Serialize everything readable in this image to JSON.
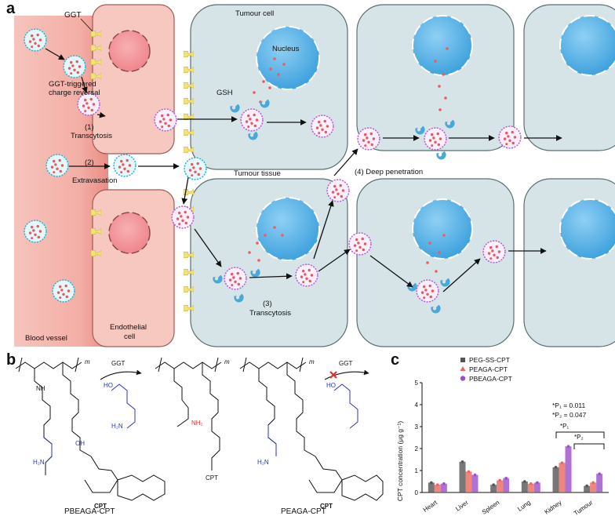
{
  "panels": {
    "a": "a",
    "b": "b",
    "c": "c"
  },
  "panel_a": {
    "ggt": "GGT",
    "tumour_cell": "Tumour cell",
    "nucleus": "Nucleus",
    "gsh": "GSH",
    "ggt_triggered_1": "GGT-triggered",
    "ggt_triggered_2": "charge reversal",
    "transcytosis_1_num": "(1)",
    "transcytosis_1": "Transcytosis",
    "extravasation_num": "(2)",
    "extravasation": "Extravasation",
    "tumour_tissue": "Tumour tissue",
    "deep_penetration": "(4) Deep penetration",
    "transcytosis_3_num": "(3)",
    "transcytosis_3": "Transcytosis",
    "blood_vessel": "Blood vessel",
    "endothelial_1": "Endothelial",
    "endothelial_2": "cell"
  },
  "panel_b": {
    "ggt_label_1": "GGT",
    "ggt_label_2": "GGT",
    "m1": "m",
    "m2": "m",
    "m3": "m",
    "cpt1": "CPT",
    "cpt2": "CPT",
    "cpt3": "CPT",
    "name_left": "PBEAGA-CPT",
    "name_right": "PEAGA-CPT",
    "ho": "HO",
    "oh": "OH",
    "nh": "NH",
    "nh2": "NH₂",
    "h2n": "H₂N"
  },
  "colors": {
    "vessel": "#f4b9b2",
    "cell_fill": "#d9e6e9",
    "nucleus": "#5ab4e8",
    "receptor": "#f2e27a",
    "blue_struct": "#2b35b8",
    "red_nh2": "#e03030",
    "series_black": "#555555",
    "series_red": "#e8685c",
    "series_purple": "#9b4fc8"
  },
  "chart_data": {
    "type": "bar",
    "ylabel": "CPT concentration (μg g⁻¹)",
    "ylim": [
      0,
      5
    ],
    "yticks": [
      "0",
      "1",
      "2",
      "3",
      "4",
      "5"
    ],
    "categories": [
      "Heart",
      "Liver",
      "Spleen",
      "Lung",
      "Kidney",
      "Tumour"
    ],
    "series": [
      {
        "name": "PEG-SS-CPT",
        "values": [
          0.45,
          1.4,
          0.35,
          0.5,
          1.15,
          0.3
        ]
      },
      {
        "name": "PEAGA-CPT",
        "values": [
          0.35,
          0.95,
          0.55,
          0.4,
          1.35,
          0.45
        ]
      },
      {
        "name": "PBEAGA-CPT",
        "values": [
          0.4,
          0.8,
          0.65,
          0.45,
          2.1,
          0.85
        ]
      }
    ],
    "legend_position": "top-left",
    "annotations": {
      "p1": "*P₁ = 0.011",
      "p2": "*P₂ = 0.047",
      "star_p1": "*P₁",
      "star_p2": "*P₂"
    }
  }
}
